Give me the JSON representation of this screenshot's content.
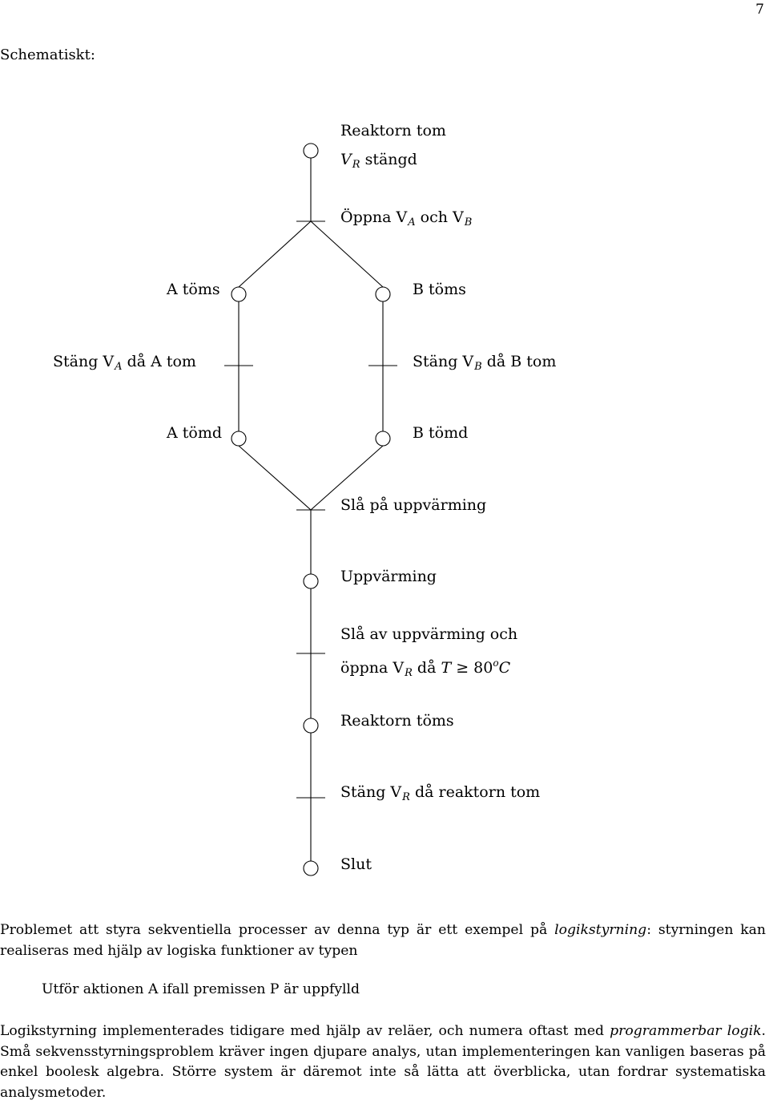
{
  "page": {
    "number": "7",
    "section_label": "Schematiskt:"
  },
  "diagram": {
    "steps": {
      "start_line1": "Reaktorn tom",
      "start_line2_prefix": "V",
      "start_line2_sub": "R",
      "start_line2_suffix": " stängd",
      "a_emptying": "A töms",
      "b_emptying": "B töms",
      "a_emptied": "A tömd",
      "b_emptied": "B tömd",
      "heating": "Uppvärming",
      "reactor_emptying": "Reaktorn töms",
      "end": "Slut"
    },
    "transitions": {
      "open_prefix": "Öppna V",
      "open_sub_a": "A",
      "open_mid": " och V",
      "open_sub_b": "B",
      "close_a_prefix": "Stäng V",
      "close_a_sub": "A",
      "close_a_suffix": " då A tom",
      "close_b_prefix": "Stäng V",
      "close_b_sub": "B",
      "close_b_suffix": " då B tom",
      "heating_on": "Slå på uppvärming",
      "heating_off_line1": "Slå av uppvärming och",
      "heating_off_line2_prefix": "öppna V",
      "heating_off_line2_sub": "R",
      "heating_off_line2_mid": " då ",
      "heating_off_line2_T": "T",
      "heating_off_line2_geq": " ≥ 80",
      "heating_off_line2_sup": "o",
      "heating_off_line2_C": "C",
      "close_r_prefix": "Stäng V",
      "close_r_sub": "R",
      "close_r_suffix": " då reaktorn tom"
    }
  },
  "text": {
    "para1_a": "Problemet att styra sekventiella processer av denna typ är ett exempel på ",
    "para1_em": "logikstyrning",
    "para1_b": ": styrningen kan realiseras med hjälp av logiska funktioner av typen",
    "rule": "Utför aktionen A ifall premissen P är uppfylld",
    "para2_a": "Logikstyrning implementerades tidigare med hjälp av reläer, och numera oftast med ",
    "para2_em": "programmerbar logik",
    "para2_b": ". Små sekvensstyrningsproblem kräver ingen djupare analys, utan implementeringen kan vanligen baseras på enkel boolesk algebra. Större system är däremot inte så lätta att överblicka, utan fordrar systematiska analysmetoder."
  }
}
